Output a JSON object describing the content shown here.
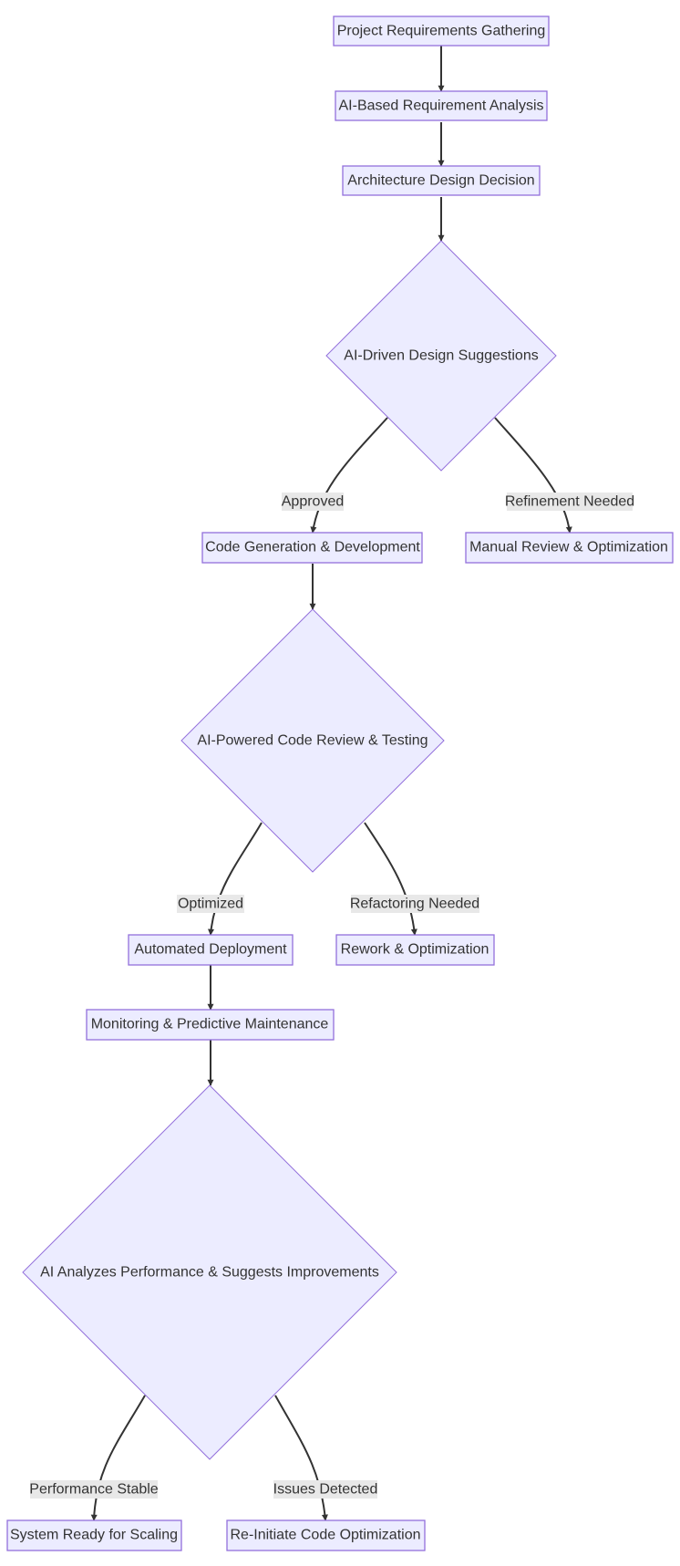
{
  "nodes": {
    "requirements": "Project Requirements Gathering",
    "analysis": "AI-Based Requirement Analysis",
    "architecture": "Architecture Design Decision",
    "design_decision": "AI-Driven Design Suggestions",
    "code_gen": "Code Generation & Development",
    "manual_review": "Manual Review & Optimization",
    "code_review_decision": "AI-Powered Code Review & Testing",
    "deployment": "Automated Deployment",
    "rework": "Rework & Optimization",
    "monitoring": "Monitoring & Predictive Maintenance",
    "performance_decision": "AI Analyzes Performance & Suggests Improvements",
    "scaling": "System Ready for Scaling",
    "reinitiate": "Re-Initiate Code Optimization"
  },
  "edges": {
    "approved": "Approved",
    "refinement_needed": "Refinement Needed",
    "optimized": "Optimized",
    "refactoring_needed": "Refactoring Needed",
    "performance_stable": "Performance Stable",
    "issues_detected": "Issues Detected"
  },
  "colors": {
    "node_fill": "#ECECFF",
    "node_stroke": "#9370DB",
    "edge": "#333333",
    "label_bg": "#e8e8e8",
    "text": "#333333"
  }
}
